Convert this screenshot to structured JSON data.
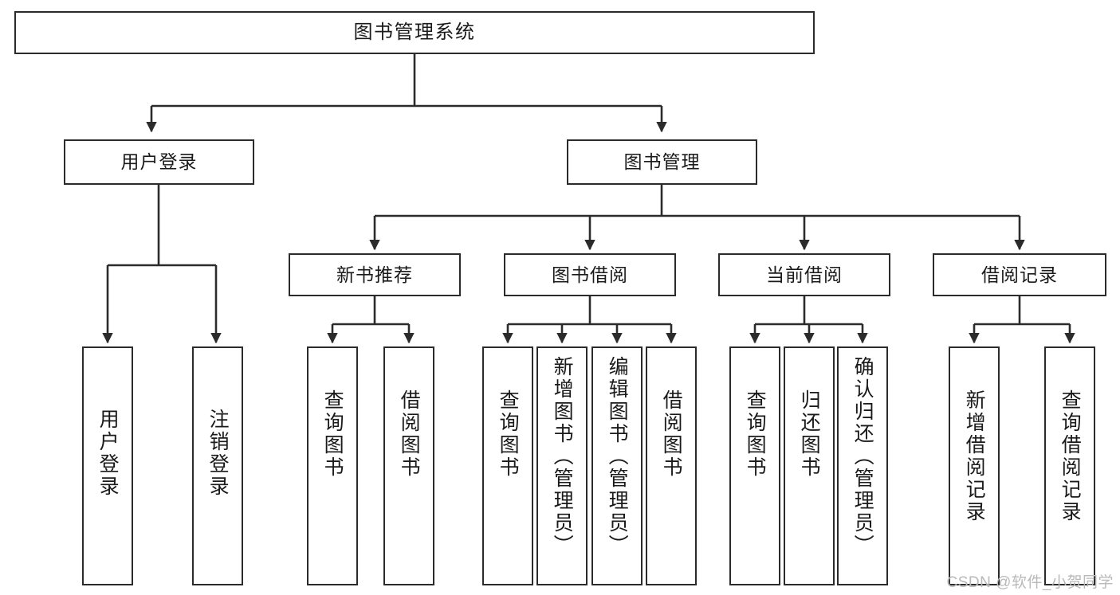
{
  "diagram": {
    "title": "图书管理系统",
    "type": "hierarchy-tree",
    "colors": {
      "stroke": "#2b2b2b",
      "fill": "#ffffff",
      "text": "#1a1a1a",
      "watermark": "#b9b9b9"
    },
    "levels": {
      "root": {
        "label": "图书管理系统"
      },
      "level1": [
        {
          "id": "user-login",
          "label": "用户登录"
        },
        {
          "id": "book-management",
          "label": "图书管理"
        }
      ],
      "level2": [
        {
          "id": "new-book-recommend",
          "label": "新书推荐"
        },
        {
          "id": "book-borrow",
          "label": "图书借阅"
        },
        {
          "id": "current-borrow",
          "label": "当前借阅"
        },
        {
          "id": "borrow-record",
          "label": "借阅记录"
        }
      ],
      "leaves": {
        "user-login": [
          {
            "id": "leaf-user-login",
            "label": "用户登录"
          },
          {
            "id": "leaf-logout",
            "label": "注销登录"
          }
        ],
        "new-book-recommend": [
          {
            "id": "leaf-query-book-1",
            "label": "查询图书"
          },
          {
            "id": "leaf-borrow-book-1",
            "label": "借阅图书"
          }
        ],
        "book-borrow": [
          {
            "id": "leaf-query-book-2",
            "label": "查询图书"
          },
          {
            "id": "leaf-add-book",
            "label": "新增图书（管理员）"
          },
          {
            "id": "leaf-edit-book",
            "label": "编辑图书（管理员）"
          },
          {
            "id": "leaf-borrow-book-2",
            "label": "借阅图书"
          }
        ],
        "current-borrow": [
          {
            "id": "leaf-query-book-3",
            "label": "查询图书"
          },
          {
            "id": "leaf-return-book",
            "label": "归还图书"
          },
          {
            "id": "leaf-confirm-return",
            "label": "确认归还（管理员）"
          }
        ],
        "borrow-record": [
          {
            "id": "leaf-add-record",
            "label": "新增借阅记录"
          },
          {
            "id": "leaf-query-record",
            "label": "查询借阅记录"
          }
        ]
      }
    }
  },
  "watermark": {
    "text": "CSDN @软件_小贺同学"
  }
}
